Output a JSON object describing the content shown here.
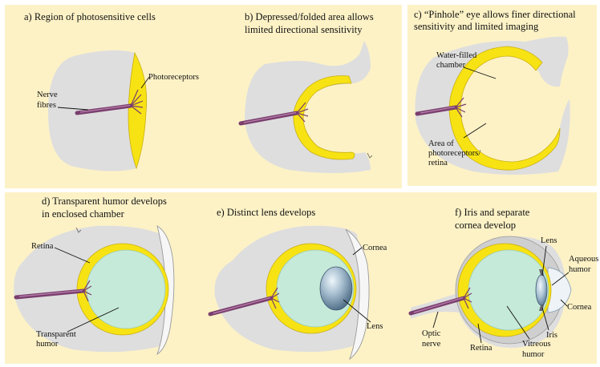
{
  "panels": {
    "a": {
      "title": "a) Region of photosensitive cells",
      "labels": {
        "nerve": [
          "Nerve",
          "fibres"
        ],
        "photoreceptors": "Photoreceptors"
      }
    },
    "b": {
      "title": [
        "b) Depressed/folded area allows",
        "limited directional sensitivity"
      ]
    },
    "c": {
      "title": [
        "c) “Pinhole” eye allows finer directional",
        "sensitivity and limited imaging"
      ],
      "labels": {
        "chamber": [
          "Water-filled",
          "chamber"
        ],
        "area": [
          "Area of",
          "photoreceptors/",
          "retina"
        ]
      }
    },
    "d": {
      "title": [
        "d) Transparent humor develops",
        "in enclosed chamber"
      ],
      "labels": {
        "retina": "Retina",
        "humor": [
          "Transparent",
          "humor"
        ]
      }
    },
    "e": {
      "title": "e) Distinct lens develops",
      "labels": {
        "cornea": "Cornea",
        "lens": "Lens"
      }
    },
    "f": {
      "title": [
        "f) Iris and separate",
        "cornea develop"
      ],
      "labels": {
        "lens": "Lens",
        "aqueous": [
          "Aqueous",
          "humor"
        ],
        "cornea": "Cornea",
        "iris": "Iris",
        "optic": [
          "Optic",
          "nerve"
        ],
        "retina": "Retina",
        "vitreous": [
          "Vitreous",
          "humor"
        ]
      }
    }
  },
  "colors": {
    "panel_background": "#fdf2c6",
    "tissue": "#dedede",
    "retina": "#f7e313",
    "nerve": "#7a3f6e",
    "humor": "#c6ead9",
    "lens": "#8ea8bd"
  }
}
